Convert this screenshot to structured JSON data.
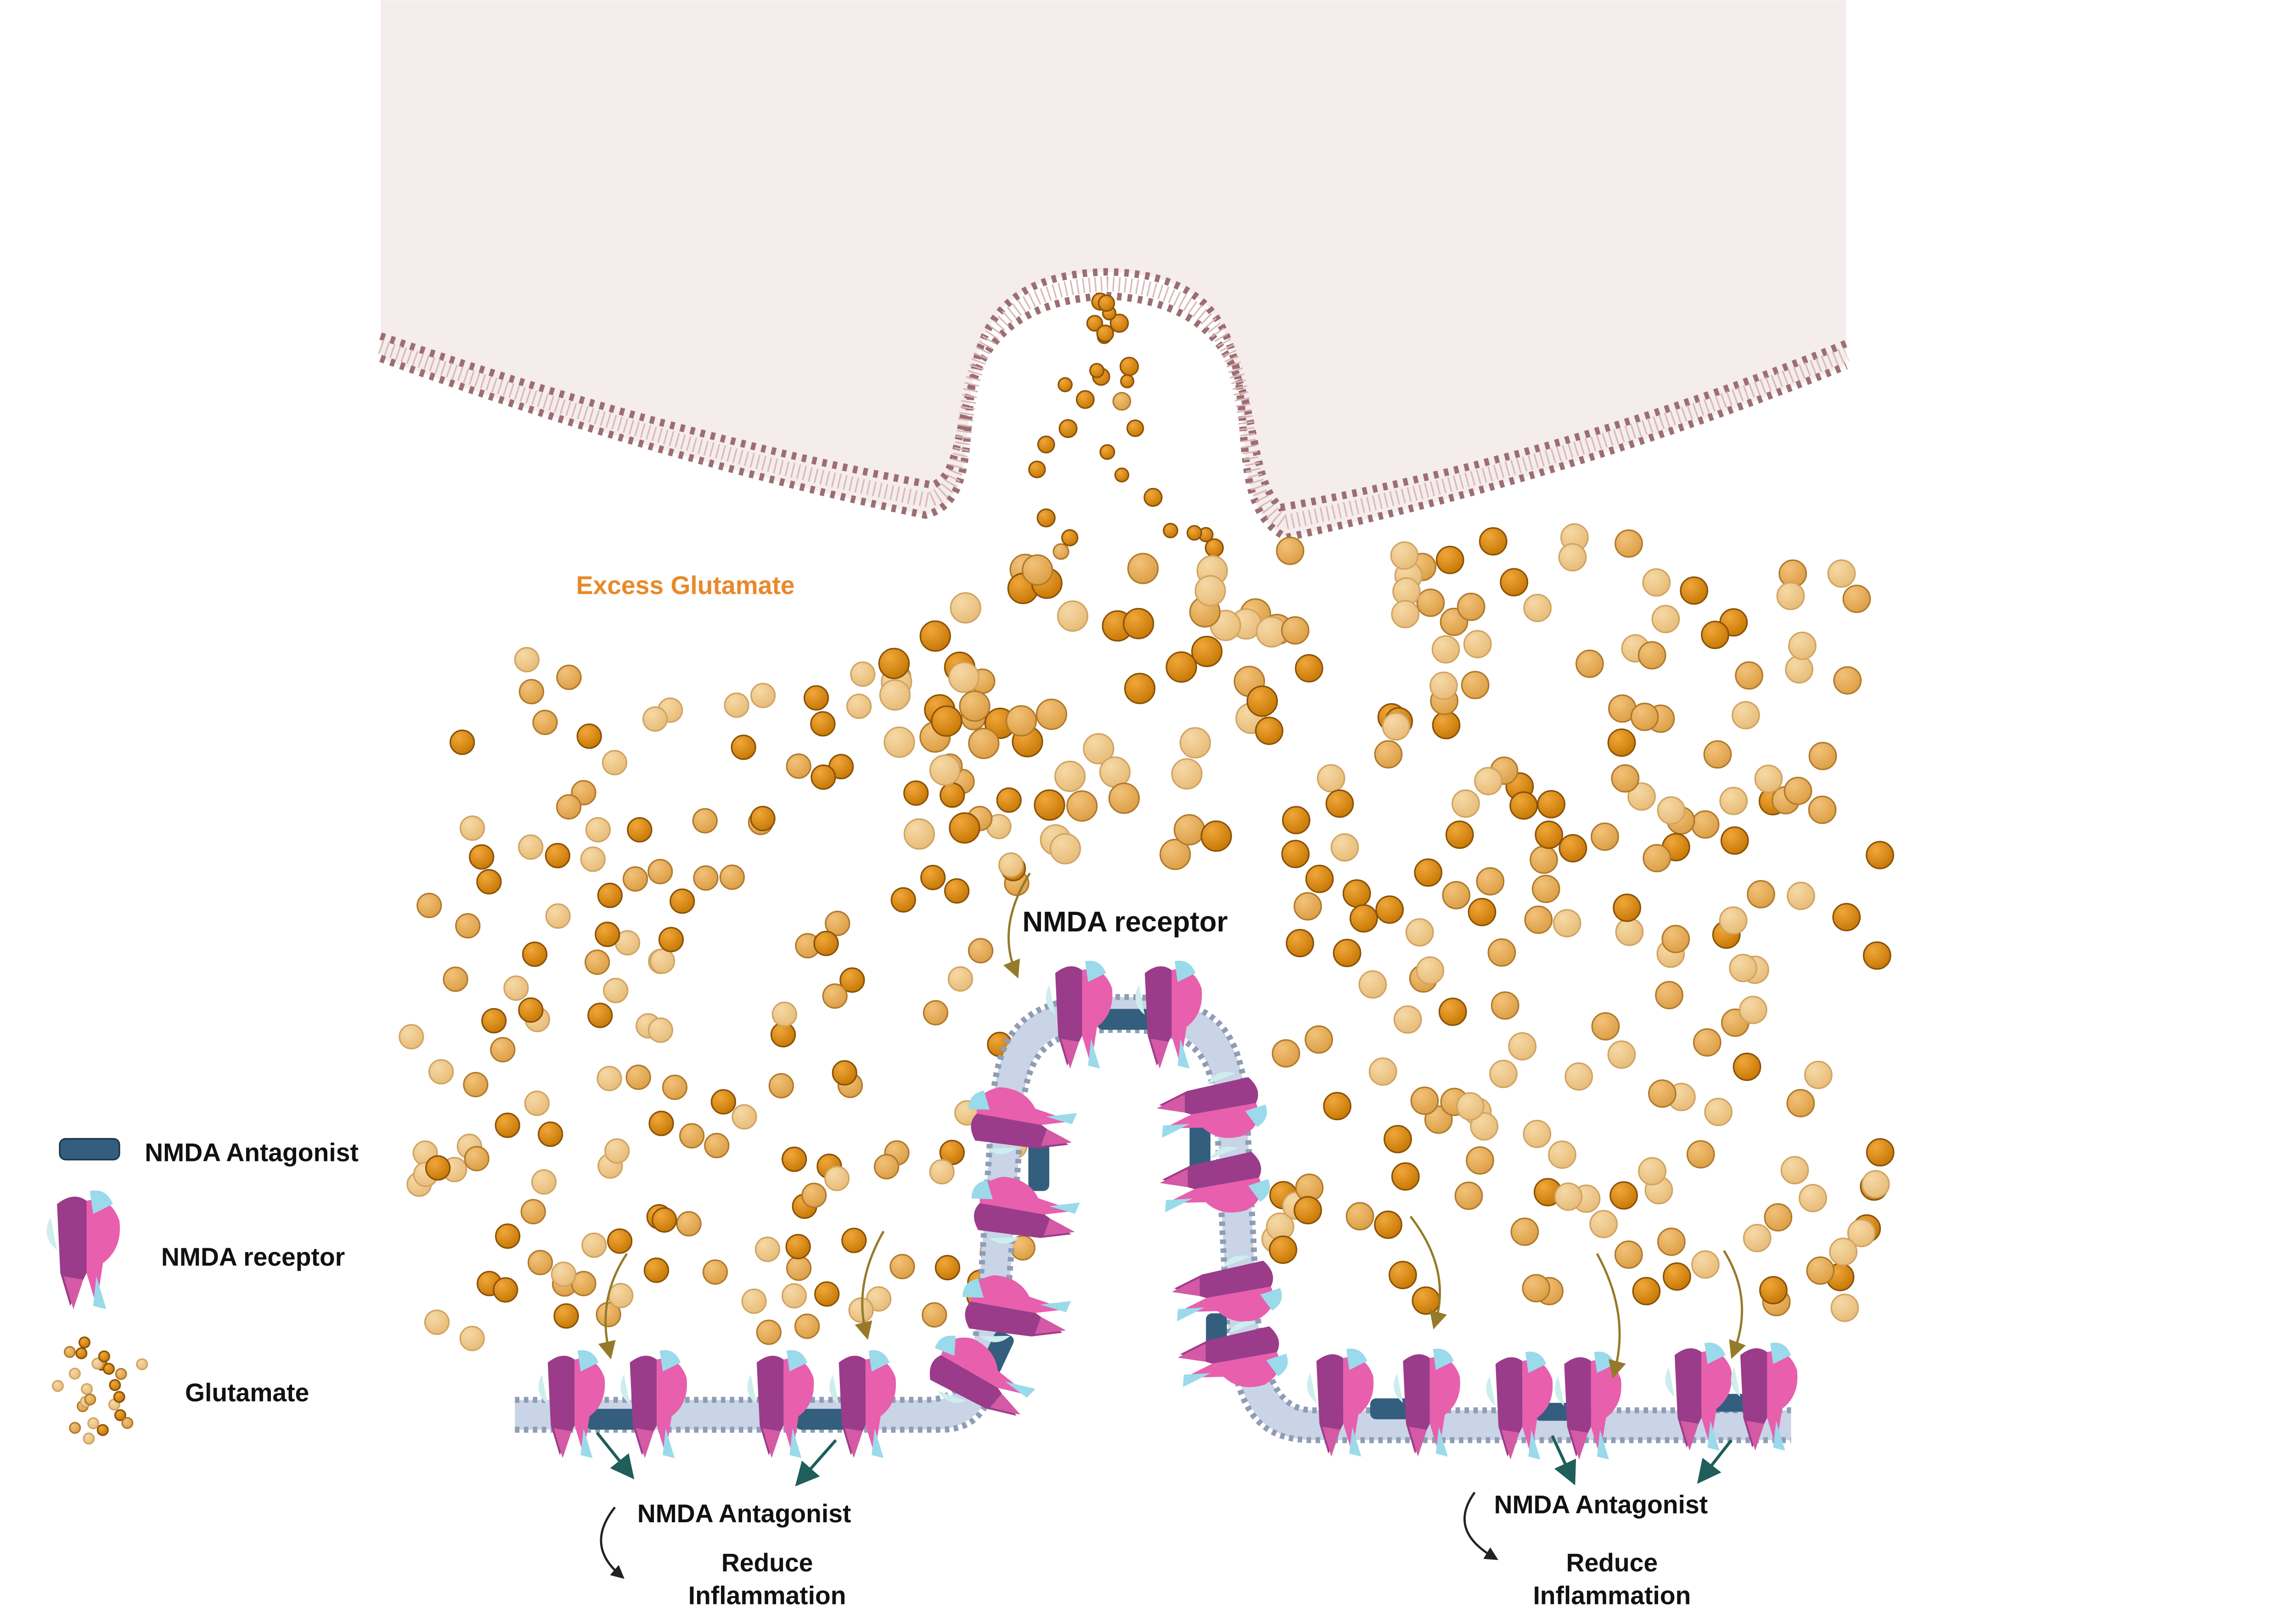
{
  "labels": {
    "excess_glutamate": "Excess Glutamate",
    "nmda_receptor_top": "NMDA receptor",
    "antagonist_left": "NMDA Antagonist",
    "reduce_left": "Reduce",
    "inflammation_left": "Inflammation",
    "antagonist_right": "NMDA Antagonist",
    "reduce_right": "Reduce",
    "inflammation_right": "Inflammation"
  },
  "legend": {
    "antagonist": "NMDA Antagonist",
    "receptor": "NMDA receptor",
    "glutamate": "Glutamate"
  },
  "colors": {
    "cell_fill": "#F5ECEC",
    "presynaptic_membrane": "#9C6E72",
    "postsynaptic_membrane": "#8E9DB5",
    "glutamate_dark": "#D98A0F",
    "glutamate_mid": "#E5AD4E",
    "glutamate_light": "#EEC684",
    "antagonist": "#345E7D",
    "receptor_magenta": "#9A3C8A",
    "receptor_pink": "#E85FAE",
    "receptor_cyan": "#9ADAEA",
    "arrow_gold": "#957A2A",
    "arrow_green": "#1F5E5A",
    "label_orange": "#E8892B"
  }
}
